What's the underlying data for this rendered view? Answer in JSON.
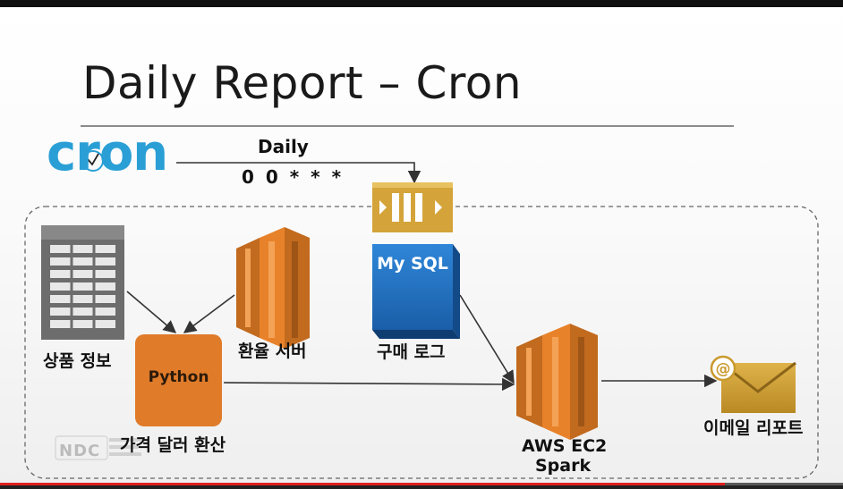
{
  "slide": {
    "title": "Daily Report – Cron"
  },
  "cron": {
    "logo_text": "cron",
    "schedule_label": "Daily",
    "schedule_expr": "0 0 * * *"
  },
  "nodes": {
    "product_info": "상품 정보",
    "exchange_server": "환율 서버",
    "python": "Python",
    "price_convert": "가격 달러 환산",
    "mysql": "My SQL",
    "purchase_log": "구매 로그",
    "aws_ec2": "AWS EC2",
    "spark": "Spark",
    "email_report": "이메일 리포트"
  },
  "watermark": "NDC",
  "colors": {
    "aws_orange": "#e8822a",
    "aws_orange_dark": "#c26a1e",
    "mysql_blue": "#1f6fc0",
    "queue_gold": "#d4a43a",
    "email_gold": "#c99a2e",
    "cron_blue": "#2a9fd6",
    "progress_red": "#e02020"
  },
  "video_progress": 0.86
}
